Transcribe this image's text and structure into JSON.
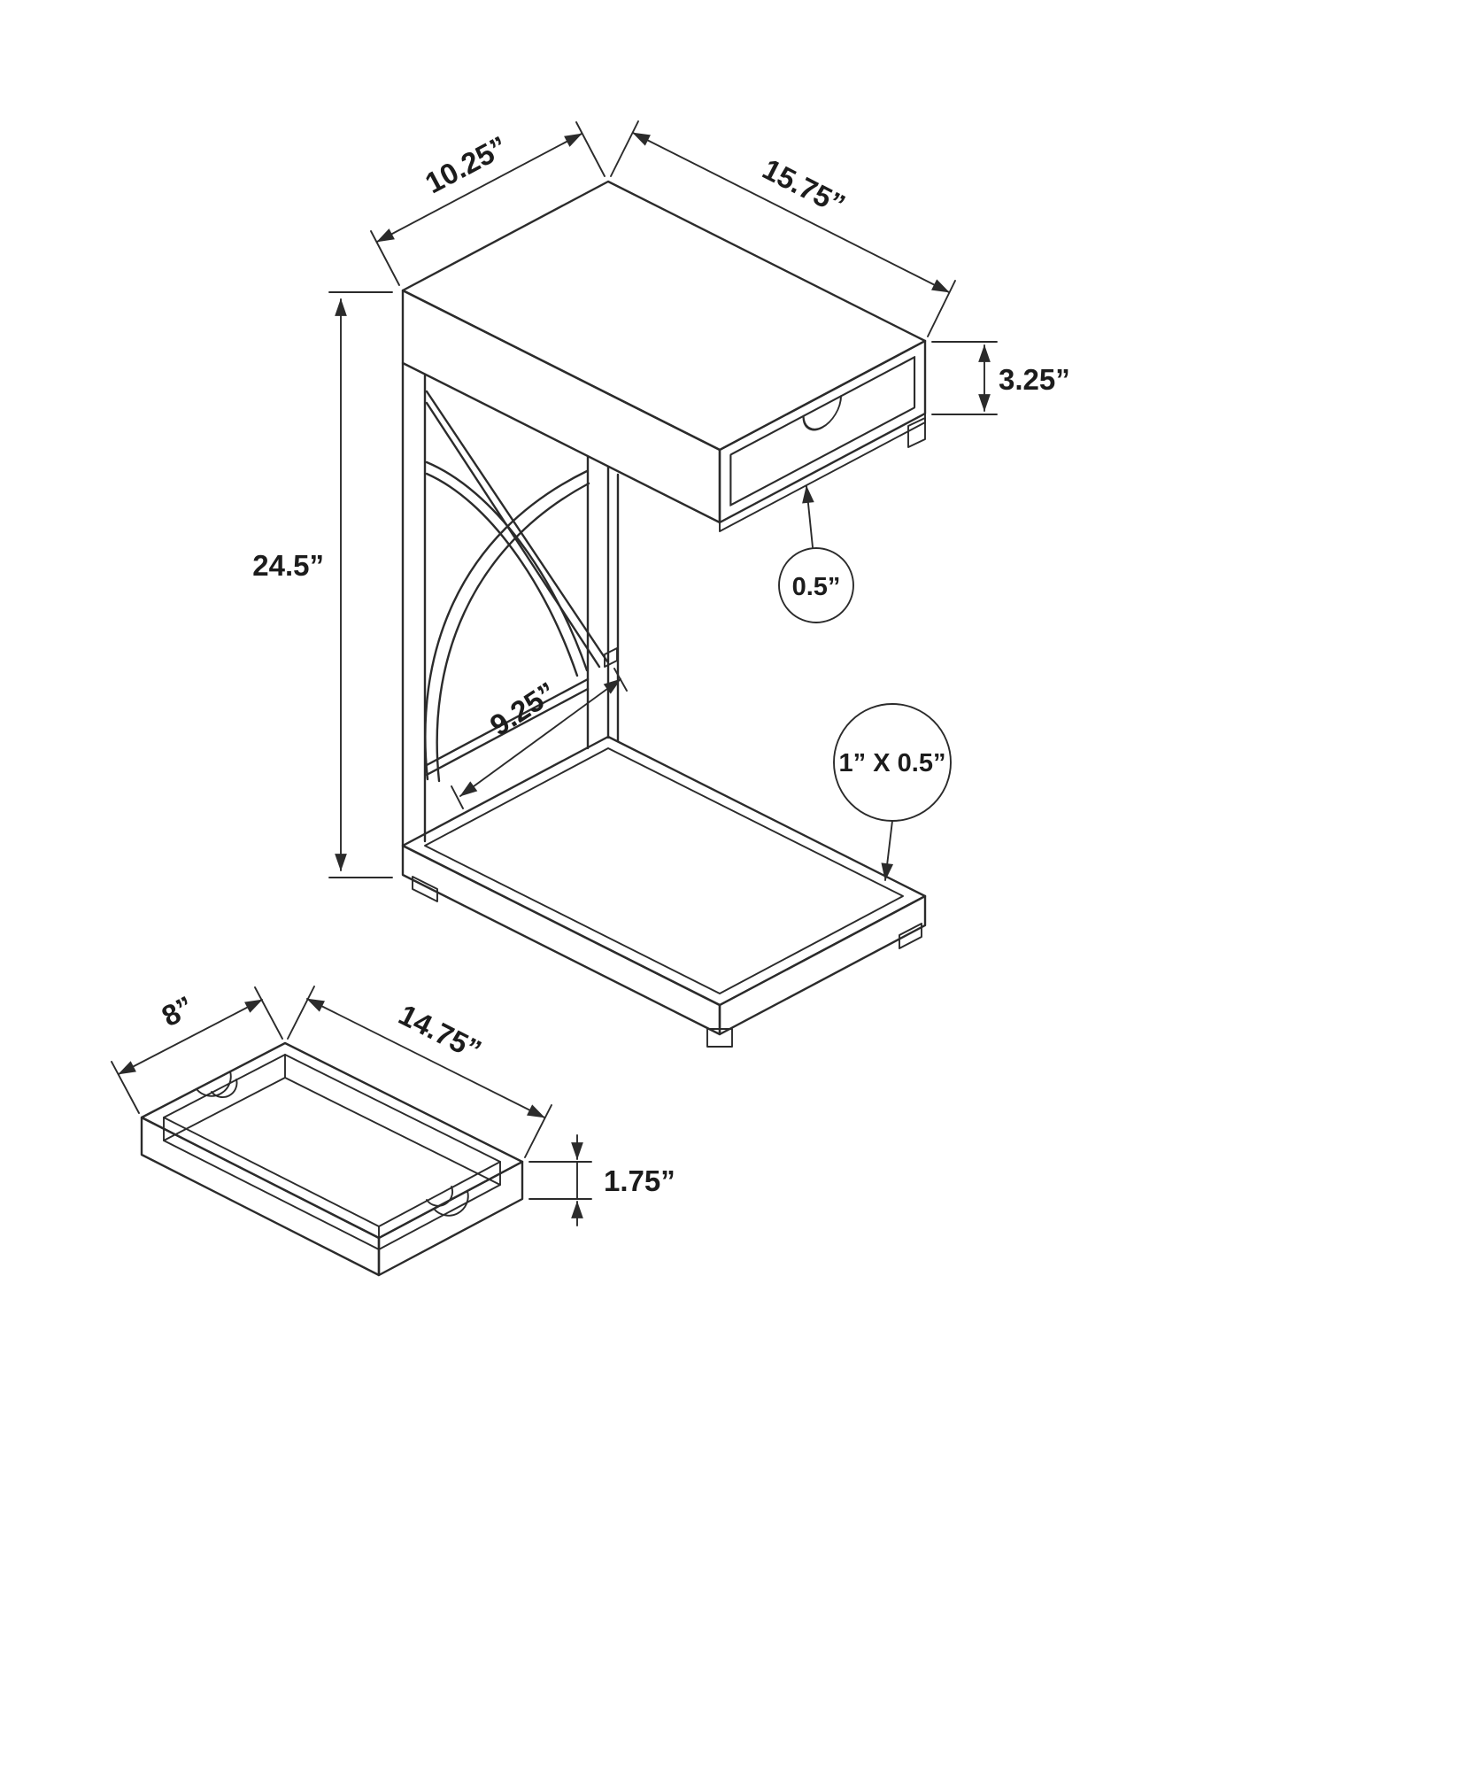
{
  "page": {
    "background": "#ffffff",
    "line_color": "#2b2b2b",
    "text_color": "#1c1c1c"
  },
  "table_view": {
    "name": "accent-table-isometric-view",
    "dims": {
      "top_depth": "10.25”",
      "top_width": "15.75”",
      "drawer_front_height": "3.25”",
      "overall_height": "24.5”",
      "drawer_reveal": "0.5”",
      "inner_clearance": "9.25”",
      "frame_profile": "1” X 0.5”"
    }
  },
  "tray_view": {
    "name": "drawer-tray-isometric-view",
    "dims": {
      "depth": "8”",
      "width": "14.75”",
      "height": "1.75”"
    }
  }
}
